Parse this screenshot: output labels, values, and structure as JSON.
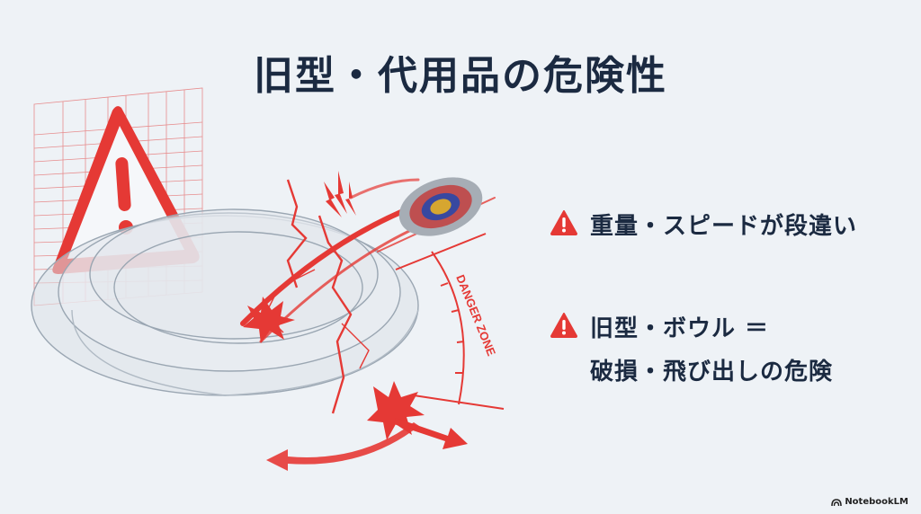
{
  "slide": {
    "title": "旧型・代用品の危険性",
    "illustration": {
      "label": "DANGER ZONE",
      "icons": [
        "warning-triangle-icon",
        "cracked-bowl-stadium",
        "spinning-top",
        "impact-burst",
        "lightning-bolt-icon",
        "arrow-icon"
      ],
      "colors": {
        "accent": "#e53935",
        "grid": "#e57373",
        "bowl": "#c8d0d8"
      }
    },
    "bullets": [
      {
        "icon": "warning-icon",
        "lines": [
          "重量・スピードが段違い"
        ]
      },
      {
        "icon": "warning-icon",
        "lines": [
          "旧型・ボウル ＝",
          "破損・飛び出しの危険"
        ]
      }
    ],
    "colors": {
      "background": "#eef2f6",
      "text": "#1b2a41",
      "warning": "#e53935"
    }
  },
  "branding": {
    "name": "NotebookLM",
    "icon": "notebooklm-logo-icon"
  }
}
